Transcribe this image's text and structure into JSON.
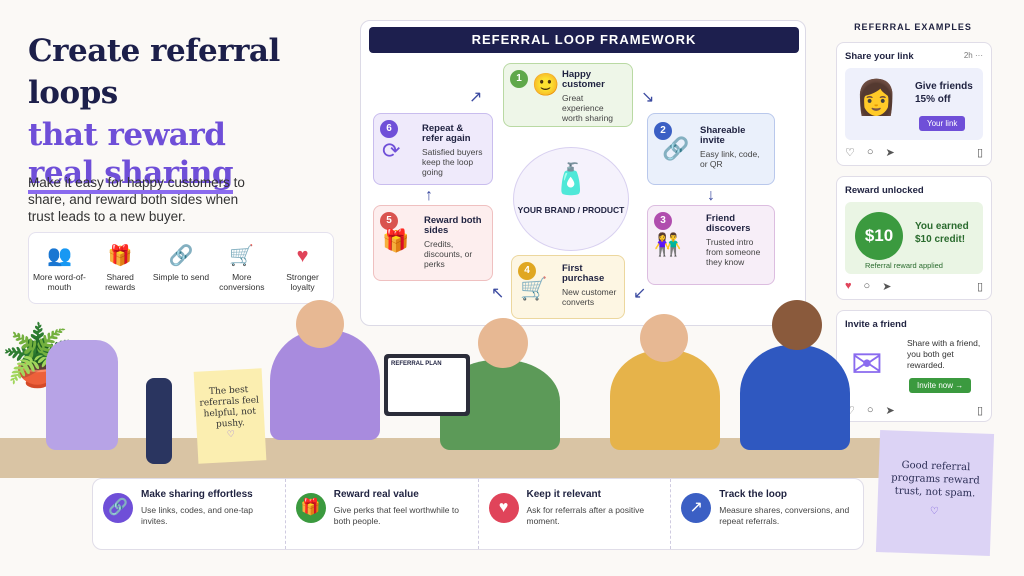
{
  "headline": {
    "line1": "Create referral loops",
    "line2": "that reward",
    "line3": "real sharing"
  },
  "intro": "Make it easy for happy customers to share, and reward both sides when trust leads to a new buyer.",
  "benefits": [
    {
      "icon": "people-icon",
      "glyph": "👥",
      "label": "More word-of-mouth"
    },
    {
      "icon": "gift-icon",
      "glyph": "🎁",
      "label": "Shared rewards"
    },
    {
      "icon": "link-icon",
      "glyph": "🔗",
      "label": "Simple to send"
    },
    {
      "icon": "cart-icon",
      "glyph": "🛒",
      "label": "More conversions"
    },
    {
      "icon": "heart-icon",
      "glyph": "♥",
      "label": "Stronger loyalty"
    }
  ],
  "framework": {
    "title": "REFERRAL LOOP FRAMEWORK",
    "center": "YOUR BRAND / PRODUCT",
    "steps": [
      {
        "num": "1",
        "title": "Happy customer",
        "desc": "Great experience worth sharing"
      },
      {
        "num": "2",
        "title": "Shareable invite",
        "desc": "Easy link, code, or QR"
      },
      {
        "num": "3",
        "title": "Friend discovers",
        "desc": "Trusted intro from someone they know"
      },
      {
        "num": "4",
        "title": "First purchase",
        "desc": "New customer converts"
      },
      {
        "num": "5",
        "title": "Reward both sides",
        "desc": "Credits, discounts, or perks"
      },
      {
        "num": "6",
        "title": "Repeat & refer again",
        "desc": "Satisfied buyers keep the loop going"
      }
    ]
  },
  "examples": {
    "title": "REFERRAL EXAMPLES",
    "share": {
      "title": "Share your link",
      "time": "2h",
      "more": "···",
      "offer": "Give friends 15% off",
      "button": "Your link"
    },
    "reward": {
      "title": "Reward unlocked",
      "amount": "$10",
      "earned": "You earned $10 credit!",
      "applied": "Referral reward applied"
    },
    "invite": {
      "title": "Invite a friend",
      "text": "Share with a friend, you both get rewarded.",
      "button": "Invite now →"
    }
  },
  "scene": {
    "laptop_title": "REFERRAL PLAN",
    "note_left": "The best referrals feel helpful, not pushy.",
    "note_right": "Good referral programs reward trust, not spam."
  },
  "tips": [
    {
      "title": "Make sharing effortless",
      "desc": "Use links, codes, and one-tap invites.",
      "color": "#6f4fd8"
    },
    {
      "title": "Reward real value",
      "desc": "Give perks that feel worthwhile to both people.",
      "color": "#3b9a3f"
    },
    {
      "title": "Keep it relevant",
      "desc": "Ask for referrals after a positive moment.",
      "color": "#e0445a"
    },
    {
      "title": "Track the loop",
      "desc": "Measure shares, conversions, and repeat referrals.",
      "color": "#3b5fc4"
    }
  ]
}
